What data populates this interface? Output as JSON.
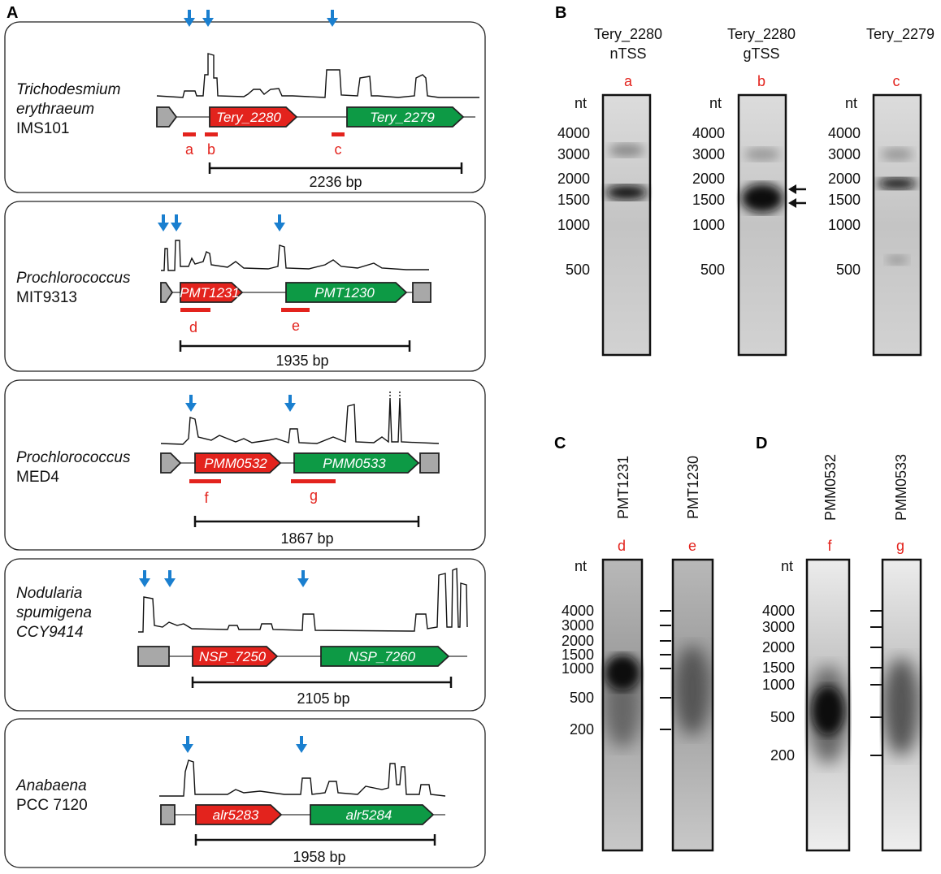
{
  "panel_labels": {
    "A": "A",
    "B": "B",
    "C": "C",
    "D": "D"
  },
  "panel_a": {
    "rows": [
      {
        "species": [
          "Trichodesmium",
          "erythraeum",
          "IMS101"
        ],
        "genes": [
          "Tery_2280",
          "Tery_2279"
        ],
        "probes": [
          "a",
          "b",
          "c"
        ],
        "scale": "2236 bp"
      },
      {
        "species": [
          "Prochlorococcus",
          "MIT9313"
        ],
        "genes": [
          "PMT1231",
          "PMT1230"
        ],
        "probes": [
          "d",
          "e"
        ],
        "scale": "1935 bp"
      },
      {
        "species": [
          "Prochlorococcus",
          "MED4"
        ],
        "genes": [
          "PMM0532",
          "PMM0533"
        ],
        "probes": [
          "f",
          "g"
        ],
        "scale": "1867 bp"
      },
      {
        "species": [
          "Nodularia",
          "spumigena",
          "CCY9414"
        ],
        "genes": [
          "NSP_7250",
          "NSP_7260"
        ],
        "probes": [],
        "scale": "2105 bp"
      },
      {
        "species": [
          "Anabaena",
          "PCC 7120"
        ],
        "genes": [
          "alr5283",
          "alr5284"
        ],
        "probes": [],
        "scale": "1958 bp"
      }
    ]
  },
  "panel_b": {
    "lanes": [
      {
        "title": [
          "Tery_2280",
          "nTSS"
        ],
        "probe": "a"
      },
      {
        "title": [
          "Tery_2280",
          "gTSS"
        ],
        "probe": "b"
      },
      {
        "title": [
          "Tery_2279"
        ],
        "probe": "c"
      }
    ],
    "unit": "nt",
    "ladder": [
      "4000",
      "3000",
      "2000",
      "1500",
      "1000",
      "500"
    ]
  },
  "panel_c": {
    "lanes": [
      {
        "title": "PMT1231",
        "probe": "d"
      },
      {
        "title": "PMT1230",
        "probe": "e"
      }
    ],
    "unit": "nt",
    "ladder": [
      "4000",
      "3000",
      "2000",
      "1500",
      "1000",
      "500",
      "200"
    ]
  },
  "panel_d": {
    "lanes": [
      {
        "title": "PMM0532",
        "probe": "f"
      },
      {
        "title": "PMM0533",
        "probe": "g"
      }
    ],
    "unit": "nt",
    "ladder": [
      "4000",
      "3000",
      "2000",
      "1500",
      "1000",
      "500",
      "200"
    ]
  },
  "colors": {
    "gene_red": "#e3231d",
    "gene_green": "#0d9a45",
    "tss_arrow": "#1a7fcf"
  }
}
